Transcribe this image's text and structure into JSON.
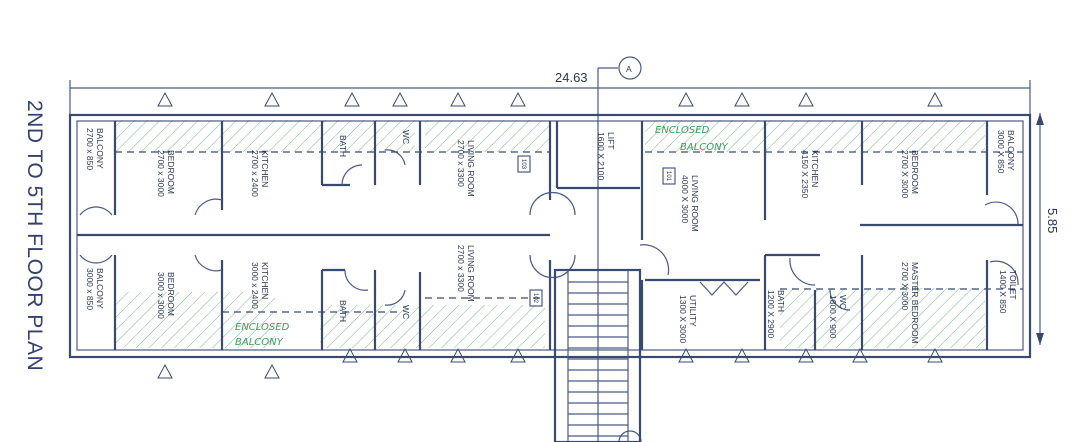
{
  "title": "2ND TO 5TH FLOOR PLAN",
  "dimensions": {
    "overall_length": "24.63",
    "overall_width": "5.85"
  },
  "section_marker": "A",
  "colors": {
    "lines": "#3a4a6e",
    "hatch": "#3d9a5a",
    "handwriting": "#3d9a5a"
  },
  "rooms": [
    {
      "name": "BALCONY",
      "size": "2700 x 850"
    },
    {
      "name": "BEDROOM",
      "size": "2700 x 3000"
    },
    {
      "name": "KITCHEN",
      "size": "2700 x 2400"
    },
    {
      "name": "BATH",
      "size": ""
    },
    {
      "name": "WC",
      "size": ""
    },
    {
      "name": "LIVING ROOM",
      "size": "2700 x 3300"
    },
    {
      "name": "LIFT",
      "size": "1600 X 2100"
    },
    {
      "name": "LIVING ROOM",
      "size": "4000 X 3000"
    },
    {
      "name": "KITCHEN",
      "size": "4150 X 2350"
    },
    {
      "name": "BEDROOM",
      "size": "2700 X 3000"
    },
    {
      "name": "BALCONY",
      "size": "3000 X 850"
    },
    {
      "name": "BALCONY",
      "size": "3000 x 850"
    },
    {
      "name": "BEDROOM",
      "size": "3000 x 3000"
    },
    {
      "name": "KITCHEN",
      "size": "3000 x 2400"
    },
    {
      "name": "BATH",
      "size": ""
    },
    {
      "name": "WC",
      "size": ""
    },
    {
      "name": "LIVING ROOM",
      "size": "2700 x 3300"
    },
    {
      "name": "UTILITY",
      "size": "1300 X 3000"
    },
    {
      "name": "BATH",
      "size": "1200 X 2900"
    },
    {
      "name": "WC",
      "size": "1800 X 900"
    },
    {
      "name": "MASTER BEDROOM",
      "size": "2700 X 3000"
    },
    {
      "name": "TOILET",
      "size": "1400 X 850"
    }
  ],
  "unit_tags": [
    "103",
    "102",
    "101"
  ],
  "annotations": {
    "enclosed_balcony_1": [
      "ENCLOSED",
      "BALCONY"
    ],
    "enclosed_balcony_2": [
      "ENCLOSED",
      "BALCONY"
    ]
  }
}
